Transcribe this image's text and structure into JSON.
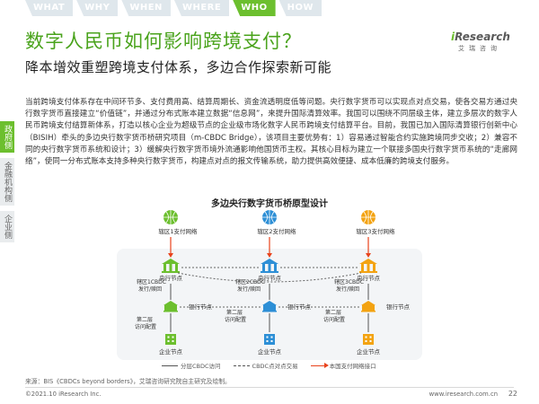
{
  "tabs": [
    {
      "label": "WHAT",
      "active": false
    },
    {
      "label": "WHY",
      "active": false
    },
    {
      "label": "WHEN",
      "active": false
    },
    {
      "label": "WHERE",
      "active": false
    },
    {
      "label": "WHO",
      "active": true
    },
    {
      "label": "HOW",
      "active": false
    }
  ],
  "logo": {
    "main_i": "i",
    "main_rest": "Research",
    "sub": "艾瑞咨询"
  },
  "title": "数字人民币如何影响跨境支付？",
  "subtitle": "降本增效重塑跨境支付体系，多边合作探索新可能",
  "sidebar": [
    {
      "label": "政府侧",
      "active": true
    },
    {
      "label": "金融机构侧",
      "active": false
    },
    {
      "label": "企业侧",
      "active": false
    }
  ],
  "body_text": "当前跨境支付体系存在中间环节多、支付费用高、结算周期长、资金流透明度低等问题。央行数字货币可以实现点对点交易，使各交易方通过央行数字货币直接建立“价值链”，并通过分布式账本建立数据“信息网”，来提升国际清算效率。我国可以围绕不同层级主体，建立多层次的数字人民币跨境支付结算新体系，打造以核心企业为超级节点的企业级市场化数字人民币跨境支付结算平台。目前，我国已加入国际清算银行创新中心（BISIH）牵头的多边央行数字货币桥研究项目（m-CBDC Bridge），该项目主要优势有：1）容易通过智能合约实施跨境同步交收；2）兼容不同的央行数字货币系统和设计；3）缓解央行数字货币境外流通影响他国货币主权。其核心目标为建立一个联接多国央行数字货币系统的“走廊网络”，使同一分布式账本支持多种央行数字货币，构建点对点的报文传输系统，助力提供高效便捷、成本低廉的跨境支付服务。",
  "figure": {
    "title": "多边央行数字货币桥原型设计",
    "columns": [
      {
        "network_label": "辖区1支付网络",
        "bank_label": "央行节点",
        "issue_label": "辖区1CBDC发行/赎回",
        "commercial_label": "银行节点",
        "enterprise_label": "企业节点",
        "color": "#6cbf2e"
      },
      {
        "network_label": "辖区2支付网络",
        "bank_label": "央行节点",
        "issue_label": "辖区2CBDC发行/赎回",
        "commercial_label": "银行节点",
        "enterprise_label": "企业节点",
        "color": "#2d8fd6"
      },
      {
        "network_label": "辖区3支付网络",
        "bank_label": "央行节点",
        "issue_label": "辖区3CBDC发行/赎回",
        "commercial_label": "银行节点",
        "enterprise_label": "企业节点",
        "color": "#f3a312"
      }
    ],
    "tier2_label": "第二层访问配置",
    "legend": {
      "line": "分层CBDC访问",
      "dash": "CBDC点对点交易",
      "arrow": "本国支付网络接口"
    }
  },
  "source": "来源：BIS《CBDCs beyond borders》，艾瑞咨询研究院自主研究及绘制。",
  "footer": {
    "copyright": "©2021.10 iResearch Inc.",
    "website": "www.iresearch.com.cn",
    "page": "22"
  }
}
